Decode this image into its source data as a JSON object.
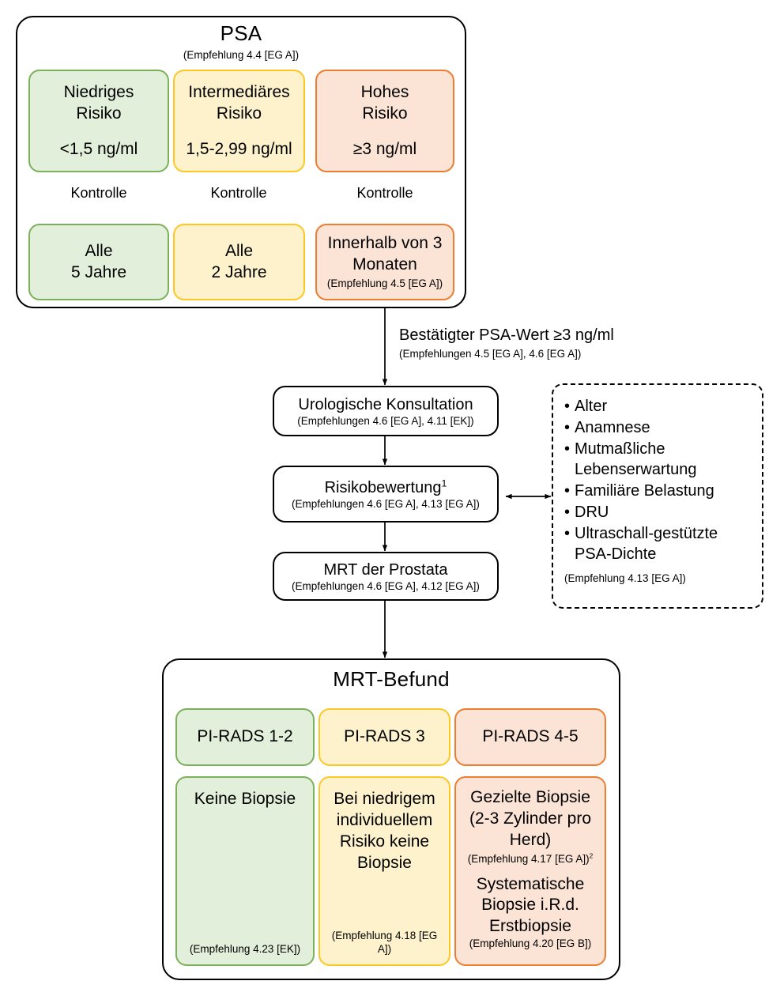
{
  "psa_group": {
    "title": "PSA",
    "title_note": "(Empfehlung 4.4 [EG A])",
    "risk_columns": [
      {
        "color": "green",
        "name_line1": "Niedriges",
        "name_line2": "Risiko",
        "value": "<1,5 ng/ml",
        "edge_label": "Kontrolle",
        "interval_line1": "Alle",
        "interval_line2": "5 Jahre",
        "interval_note": ""
      },
      {
        "color": "yellow",
        "name_line1": "Intermediäres",
        "name_line2": "Risiko",
        "value": "1,5-2,99 ng/ml",
        "edge_label": "Kontrolle",
        "interval_line1": "Alle",
        "interval_line2": "2 Jahre",
        "interval_note": ""
      },
      {
        "color": "orange",
        "name_line1": "Hohes",
        "name_line2": "Risiko",
        "value": "≥3 ng/ml",
        "edge_label": "Kontrolle",
        "interval_line1": "Innerhalb von 3",
        "interval_line2": "Monaten",
        "interval_note": "(Empfehlung 4.5 [EG A])"
      }
    ]
  },
  "transition": {
    "label": "Bestätigter PSA-Wert ≥3 ng/ml",
    "note": "(Empfehlungen 4.5 [EG A], 4.6 [EG A])"
  },
  "steps": [
    {
      "label": "Urologische Konsultation",
      "note": "(Empfehlungen 4.6 [EG A], 4.11 [EK])",
      "superscript": ""
    },
    {
      "label": "Risikobewertung",
      "note": "(Empfehlungen 4.6 [EG A], 4.13 [EG A])",
      "superscript": "1"
    },
    {
      "label": "MRT der Prostata",
      "note": "(Empfehlungen 4.6 [EG A], 4.12 [EG A])",
      "superscript": ""
    }
  ],
  "risk_factors": {
    "items": [
      "Alter",
      "Anamnese",
      "Mutmaßliche Lebenserwartung",
      "Familiäre Belastung",
      "DRU",
      "Ultraschall-gestützte PSA-Dichte"
    ],
    "note": "(Empfehlung  4.13 [EG A])"
  },
  "mrt_group": {
    "title": "MRT-Befund",
    "columns": [
      {
        "color": "green",
        "pirads": "PI-RADS 1-2",
        "recommendation_lines": [
          "Keine Biopsie"
        ],
        "recommendation_note": "(Empfehlung 4.23 [EK])",
        "second_block_lines": [],
        "second_block_note": "",
        "first_note_superscript": ""
      },
      {
        "color": "yellow",
        "pirads": "PI-RADS 3",
        "recommendation_lines": [
          "Bei niedrigem",
          "individuellem",
          "Risiko keine",
          "Biopsie"
        ],
        "recommendation_note": "(Empfehlung 4.18 [EG A])",
        "second_block_lines": [],
        "second_block_note": "",
        "first_note_superscript": ""
      },
      {
        "color": "orange",
        "pirads": "PI-RADS 4-5",
        "recommendation_lines": [
          "Gezielte Biopsie",
          "(2-3 Zylinder pro",
          "Herd)"
        ],
        "recommendation_note": "(Empfehlung 4.17 [EG A])",
        "first_note_superscript": "2",
        "second_block_lines": [
          "Systematische",
          "Biopsie i.R.d.",
          "Erstbiopsie"
        ],
        "second_block_note": "(Empfehlung 4.20 [EG B])"
      }
    ]
  },
  "colors": {
    "green_fill": "#e2efda",
    "green_border": "#7cb05a",
    "yellow_fill": "#fdf2cc",
    "yellow_border": "#fdc723",
    "orange_fill": "#fbe3d5",
    "orange_border": "#ed7d31",
    "line": "#000000"
  }
}
